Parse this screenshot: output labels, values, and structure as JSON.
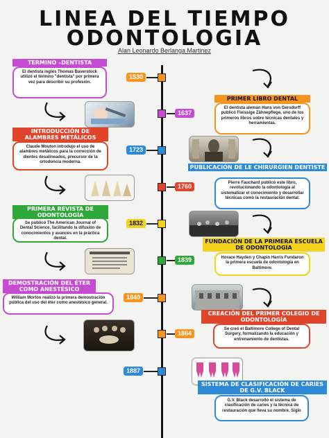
{
  "header": {
    "title_line1": "LINEA DEL TIEMPO",
    "title_line2": "ODONTOLOGIA",
    "author": "Alan Leonardo Berlanga Martinez"
  },
  "colors": {
    "orange": "#f7941d",
    "purple": "#c64bd3",
    "blue": "#2d8ad9",
    "red": "#e0442b",
    "green": "#2fa83a",
    "yellow": "#f2d21a",
    "pink": "#ec5aa8"
  },
  "events": [
    {
      "year": "1530",
      "title": "TERMINO –DENTISTA",
      "text": "El dentista inglés Thomas Baverstock utilizó el término \"dentista\" por primera vez para describir su profesión.",
      "image": "old-book-photo"
    },
    {
      "year": "1637",
      "title": "PRIMER LIBRO DENTAL",
      "text": "El dentista alemán Hans von Gersdorff publicó Fleissige Zähnepflege, uno de los primeros libros sobre técnicas dentales y herramientas.",
      "image": "dental-tools-photo"
    },
    {
      "year": "1723",
      "title": "INTRODUCCIÓN DE ALAMBRES METÁLICOS",
      "text": "Claude Mouton introdujo el uso de alambres metálicos para la corrección de dientes desalineados, precursor de la ortodoncia moderna.",
      "image": "portrait-photo"
    },
    {
      "year": "1760",
      "title": "PUBLICACIÓN DE LE CHIRURGIEN DENTISTE",
      "text": "Pierre Fauchard publicó este libro, revolucionando la odontología al sistematizar el conocimiento y desarrollar técnicas como la restauración dental.",
      "image": "teeth-photo"
    },
    {
      "year": "1832",
      "title": "PRIMERA REVISTA DE ODONTOLOGÍA",
      "text": "Se publicó The American Journal of Dental Science, facilitando la difusión de conocimientos y avances en la práctica dental.",
      "image": "classroom-photo"
    },
    {
      "year": "1839",
      "title": "FUNDACIÓN DE LA PRIMERA ESCUELA DE ODONTOLOGÍA",
      "text": "Horace Hayden y Chapin Harris Fundaron la primera escuela de odontología en Baltimore.",
      "image": "journal-photo"
    },
    {
      "year": "1840",
      "title": "DEMOSTRACIÓN DEL ÉTER COMO ANESTÉSICO",
      "text": "William Morton realizó la primera demostración pública del uso del éter como anestésico general.",
      "image": "building-photo"
    },
    {
      "year": "1864",
      "title": "CREACIÓN DEL PRIMER COLEGIO DE ODONTOLOGÍA",
      "text": "Se creó el Baltimore College of Dental Surgery, formalizando la educación y entrenamiento de dentistas.",
      "image": "surgery-painting"
    },
    {
      "year": "1887",
      "title": "SISTEMA DE CLASIFICACIÓN DE CARIES DE G.V. BLACK",
      "text": "G.V. Black desarrolló el sistema de clasificación de caries y la técnica de restauración que lleva su nombre. Siglo",
      "image": "teeth-diagram"
    }
  ]
}
